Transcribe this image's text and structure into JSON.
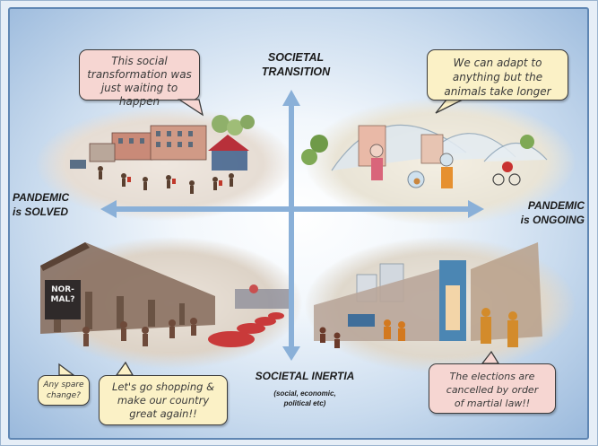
{
  "axes": {
    "top": [
      "SOCIETAL",
      "TRANSITION"
    ],
    "left": [
      "PANDEMIC",
      "is SOLVED"
    ],
    "right": [
      "PANDEMIC",
      "is ONGOING"
    ],
    "bottom": "SOCIETAL INERTIA",
    "bottom_sub": [
      "(social, economic,",
      "political etc)"
    ]
  },
  "bubbles": {
    "top_left": [
      "This social",
      "transformation was",
      "just waiting to happen"
    ],
    "top_right": [
      "We can adapt to",
      "anything but the",
      "animals take longer"
    ],
    "bottom_left_small": [
      "Any spare",
      "change?"
    ],
    "bottom_left_large": [
      "Let's go shopping &",
      "make our country",
      "great again!!"
    ],
    "bottom_right": [
      "The elections are",
      "cancelled by order",
      "of martial law!!"
    ]
  },
  "scenes": {
    "sign_text": [
      "NOR-",
      "MAL?"
    ]
  },
  "colors": {
    "frame_border": "#5f86b3",
    "axis_arrow": "#8ab0d8",
    "bubble_pink": "#f6d6d2",
    "bubble_yellow": "#fbf1c6"
  }
}
